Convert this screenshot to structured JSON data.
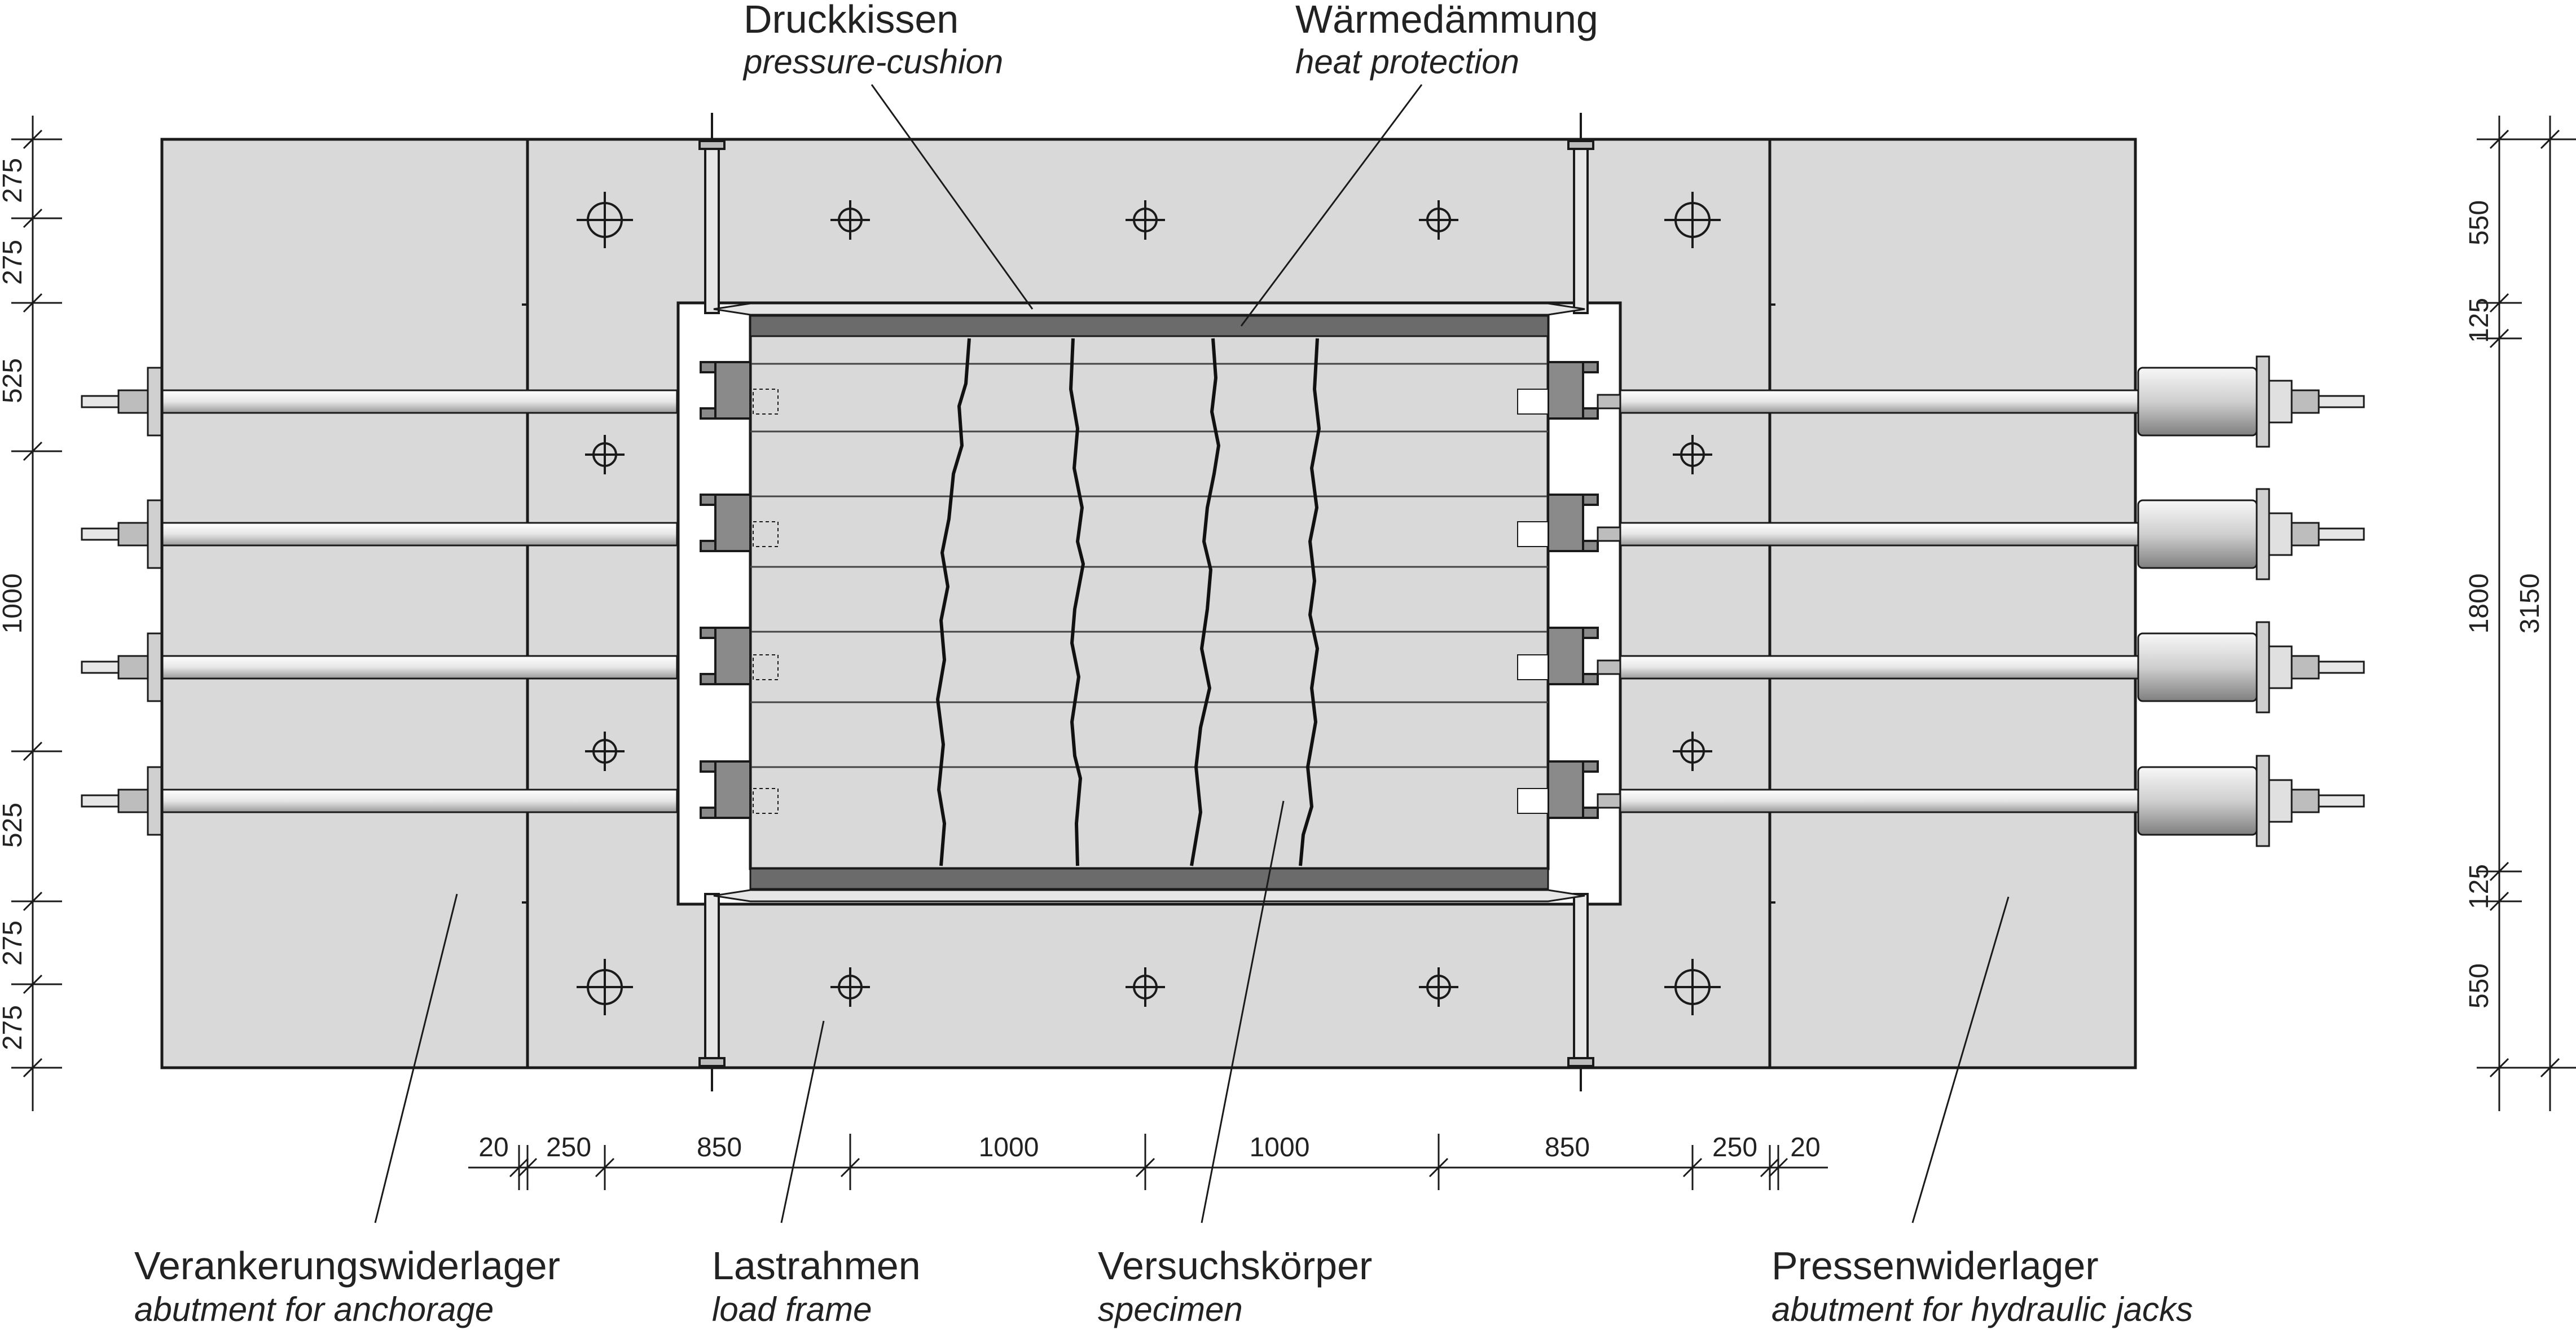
{
  "labels": {
    "pressure_cushion": {
      "de": "Druckkissen",
      "en": "pressure-cushion"
    },
    "heat_protection": {
      "de": "Wärmedämmung",
      "en": "heat protection"
    },
    "anchorage_abutment": {
      "de": "Verankerungswiderlager",
      "en": "abutment for anchorage"
    },
    "load_frame": {
      "de": "Lastrahmen",
      "en": "load frame"
    },
    "specimen": {
      "de": "Versuchskörper",
      "en": "specimen"
    },
    "jack_abutment": {
      "de": "Pressenwiderlager",
      "en": "abutment for hydraulic jacks"
    }
  },
  "dims": {
    "left": [
      "275",
      "275",
      "525",
      "1000",
      "525",
      "275",
      "275"
    ],
    "right_inner": [
      "550",
      "125",
      "1800",
      "125",
      "550"
    ],
    "right_outer": "3150",
    "bottom": [
      "20",
      "250",
      "850",
      "1000",
      "1000",
      "850",
      "250",
      "20"
    ]
  },
  "colors": {
    "fill": "#d9d9d9",
    "line": "#1a1a1a",
    "dark": "#6b6b6b",
    "crack": "#111111"
  }
}
